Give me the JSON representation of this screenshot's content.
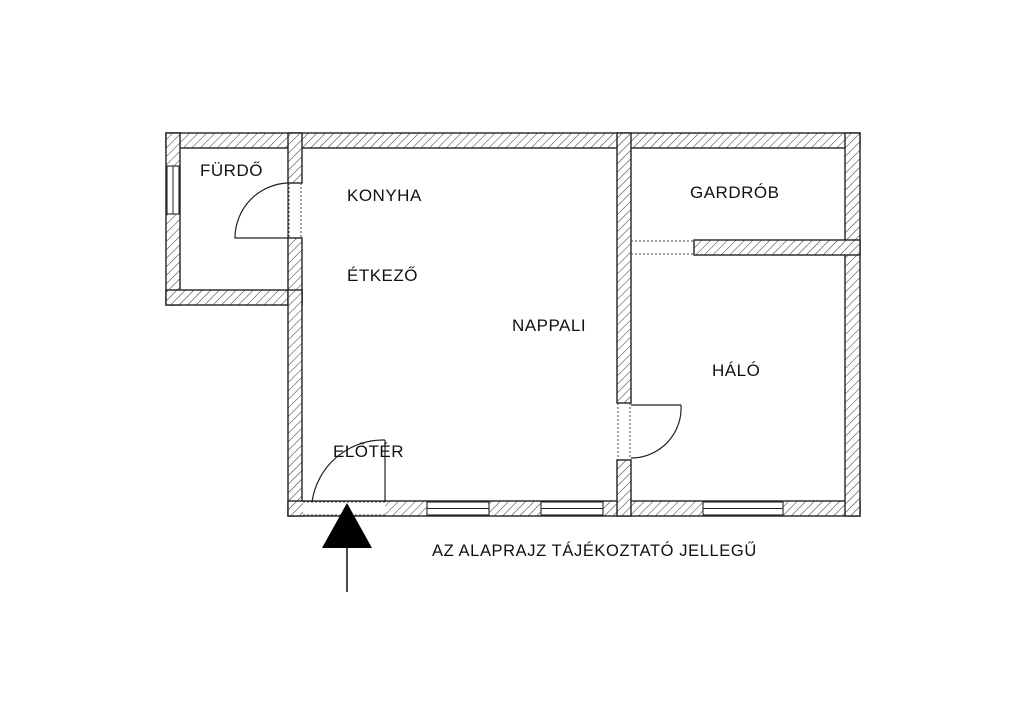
{
  "rooms": {
    "furdo": "FÜRDŐ",
    "konyha": "KONYHA",
    "etkezo": "ÉTKEZŐ",
    "nappali": "NAPPALI",
    "gardrob": "GARDRÓB",
    "halo": "HÁLÓ",
    "eloter": "ELŐTÉR"
  },
  "note": "AZ ALAPRAJZ TÁJÉKOZTATÓ JELLEGŰ",
  "colors": {
    "line": "#222222",
    "background": "#ffffff"
  },
  "icons": {
    "entrance": "entrance-arrow-icon"
  }
}
